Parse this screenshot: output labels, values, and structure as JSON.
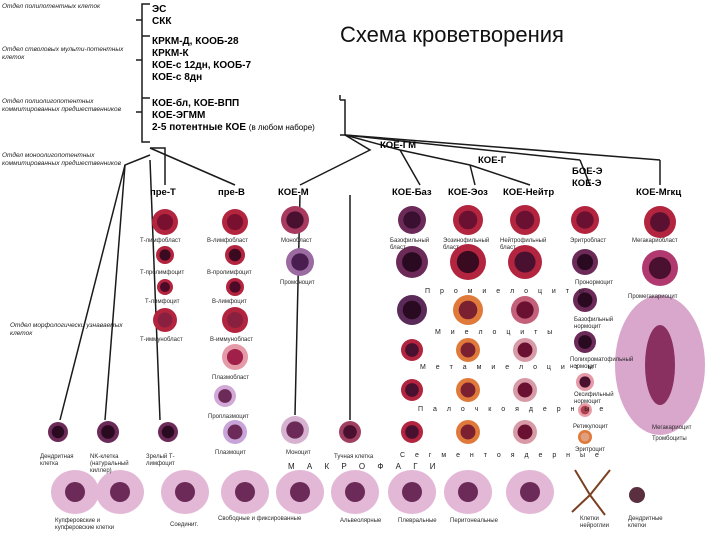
{
  "title": "Схема кроветворения",
  "departments": [
    "Отдел полипотентных клеток",
    "Отдел стволовых мульти-потентных клеток",
    "Отдел полиолигопотентных коммитированных предшественников",
    "Отдел моноолигопотентных коммитированных предшественников",
    "Отдел морфологически узнаваемых клеток"
  ],
  "top_boxes": {
    "box1": [
      "ЭС",
      "СКК"
    ],
    "box2": [
      "КРКМ-Д, КООБ-28",
      "КРКМ-К",
      "КОЕ-с 12дн, КООБ-7",
      "КОЕ-с 8дн"
    ],
    "box3": [
      "КОЕ-бл, КОЕ-ВПП",
      "КОЕ-ЭГММ",
      "2-5 потентные КОЕ"
    ],
    "box3_note": "(в любом наборе)"
  },
  "nodes": {
    "koe_gm": "КОЕ-ГМ",
    "koe_g": "КОЕ-Г",
    "boe_e": "БОЕ-Э",
    "koe_e": "КОЕ-Э",
    "pre_t": "пре-Т",
    "pre_b": "пре-В",
    "koe_m": "КОЕ-М",
    "koe_baz": "КОЕ-Баз",
    "koe_eoz": "КОЕ-Эоз",
    "koe_neitr": "КОЕ-Нейтр",
    "koe_mgkts": "КОЕ-Мгкц"
  },
  "stage_labels": {
    "promyelocytes": "П р о м и е л о ц и т ы",
    "myelocytes": "М и е л о ц и т ы",
    "metamyelocytes": "М е т а м и е л о ц и т ы",
    "band": "П а л о ч к о я д е р н ы е",
    "segmented": "С е г м е н т о я д е р н ы е",
    "macrophages": "М А К Р О Ф А Г И"
  },
  "cell_labels": {
    "t_lymphoblast": "Т-лимфобласт",
    "t_prolymphocyte": "Т-пролимфоцит",
    "t_lymphocyte": "Т-лимфоцит",
    "t_immunoblast": "Т-иммунобласт",
    "b_lymphoblast": "В-лимфобласт",
    "b_prolymphocyte": "В-пролимфоцит",
    "b_lymphocyte": "В-лимфоцит",
    "b_immunoblast": "В-иммунобласт",
    "plasmablast": "Плазмобласт",
    "proplasmocyte": "Проплазмоцит",
    "plasmocyte": "Плазмоцит",
    "monoblast": "Монобласт",
    "promonocyte": "Промоноцит",
    "monocyte": "Моноцит",
    "baso_blast": "Базофильный бласт",
    "eos_blast": "Эозинофильный бласт",
    "neut_blast": "Нейтрофильный бласт",
    "erythroblast": "Эритробласт",
    "pronormocyte": "Пронормоцит",
    "baso_normocyte": "Базофильный нормоцит",
    "poly_normocyte": "Полихроматофильный нормоцит",
    "oxy_normocyte": "Оксифильный нормоцит",
    "reticulocyte": "Ретикулоцит",
    "erythrocyte": "Эритроцит",
    "megakaryoblast": "Мегакариобласт",
    "promegakaryocyte": "Промегакариоцит",
    "megakaryocyte": "Мегакариоцит",
    "platelets": "Тромбоциты",
    "dendritic": "Дендритная клетка",
    "nk": "NK-клетка (натуральный киллер)",
    "thymocyte": "Зрелый Т-лимфоцит",
    "mast": "Тучная клетка",
    "kupffer": "Купферовские и купферовские клетки",
    "alveolar": "Альвеолярные",
    "pleural": "Плевральные",
    "peritoneal": "Перитонеальные",
    "free_fixed": "Свободные и фиксированные",
    "connective": "Соединит.",
    "bone": "Клетки нейроглии",
    "dendritic2": "Дендритные клетки"
  },
  "colors": {
    "line": "#1a1a1a",
    "cell_red": "#b3243f",
    "cell_purple": "#6b2a58",
    "cell_pink": "#e59aa7",
    "cell_orange": "#e07a3b",
    "megakaryocyte_bg": "#d9a6cc"
  }
}
